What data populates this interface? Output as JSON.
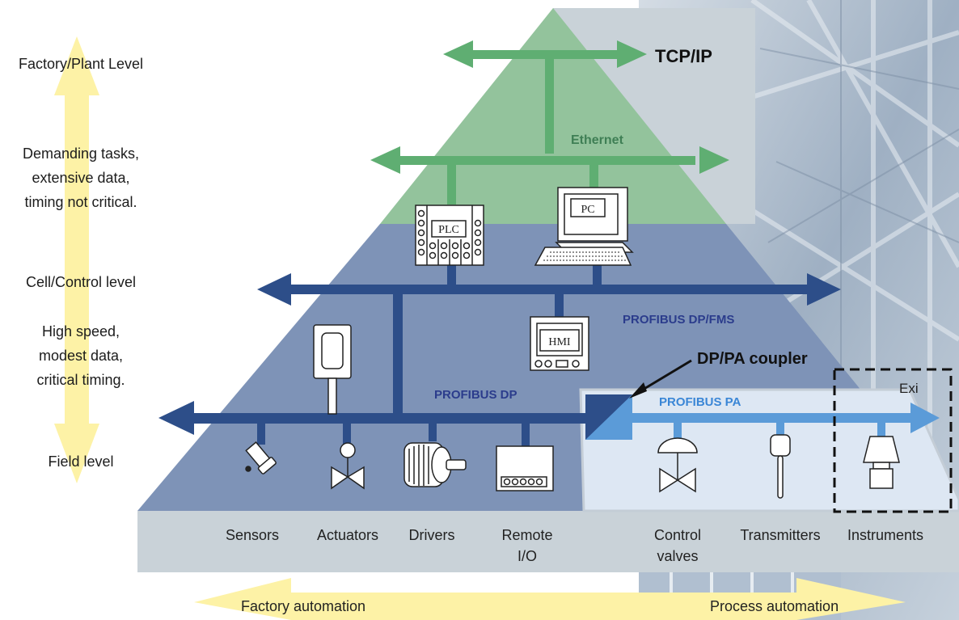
{
  "levels": {
    "factory": "Factory/Plant Level",
    "factory_desc": [
      "Demanding tasks,",
      "extensive data,",
      "timing not critical."
    ],
    "cell": "Cell/Control level",
    "cell_desc": [
      "High speed,",
      "modest data,",
      "critical timing."
    ],
    "field": "Field level"
  },
  "networks": {
    "tcpip": "TCP/IP",
    "ethernet": "Ethernet",
    "dp_fms": "PROFIBUS DP/FMS",
    "dp": "PROFIBUS DP",
    "pa": "PROFIBUS PA",
    "coupler": "DP/PA coupler",
    "exi": "Exi"
  },
  "devices": {
    "plc": "PLC",
    "pc": "PC",
    "hmi": "HMI"
  },
  "field_devices": {
    "sensors": "Sensors",
    "actuators": "Actuators",
    "drivers": "Drivers",
    "remote_io": [
      "Remote",
      "I/O"
    ],
    "control_valves": [
      "Control",
      "valves"
    ],
    "transmitters": "Transmitters",
    "instruments": "Instruments"
  },
  "automation": {
    "factory": "Factory automation",
    "process": "Process automation"
  },
  "colors": {
    "green_fill": "#93c39c",
    "green_bus": "#5fae72",
    "blue_fill": "#7e93b7",
    "dp_bus": "#2d4e89",
    "pa_fill": "#dde7f3",
    "pa_bus": "#5b9bd8",
    "yellow_arrow": "#fdf2a6",
    "base_gray": "#c9d2d8"
  }
}
